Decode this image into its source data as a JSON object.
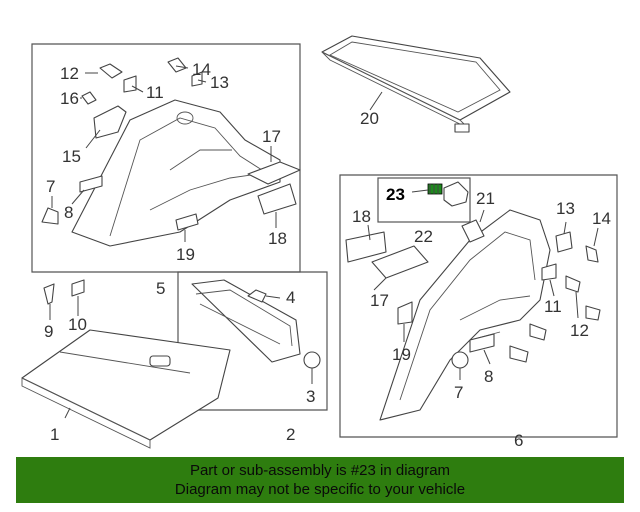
{
  "diagram": {
    "callouts": {
      "c1": "1",
      "c2": "2",
      "c3": "3",
      "c4": "4",
      "c5": "5",
      "c6": "6",
      "c7a": "7",
      "c7b": "7",
      "c8a": "8",
      "c8b": "8",
      "c9": "9",
      "c10": "10",
      "c11a": "11",
      "c11b": "11",
      "c12a": "12",
      "c12b": "12",
      "c13a": "13",
      "c13b": "13",
      "c14a": "14",
      "c14b": "14",
      "c15": "15",
      "c16": "16",
      "c17a": "17",
      "c17b": "17",
      "c18a": "18",
      "c18b": "18",
      "c19a": "19",
      "c19b": "19",
      "c20": "20",
      "c21": "21",
      "c22": "22",
      "c23": "23"
    },
    "highlight_color": "#000000",
    "highlight_part": "23"
  },
  "banner": {
    "line1": "Part or sub-assembly is #23 in diagram",
    "line2": "Diagram may not be specific to your vehicle",
    "bg_color": "#2e7d0f"
  }
}
